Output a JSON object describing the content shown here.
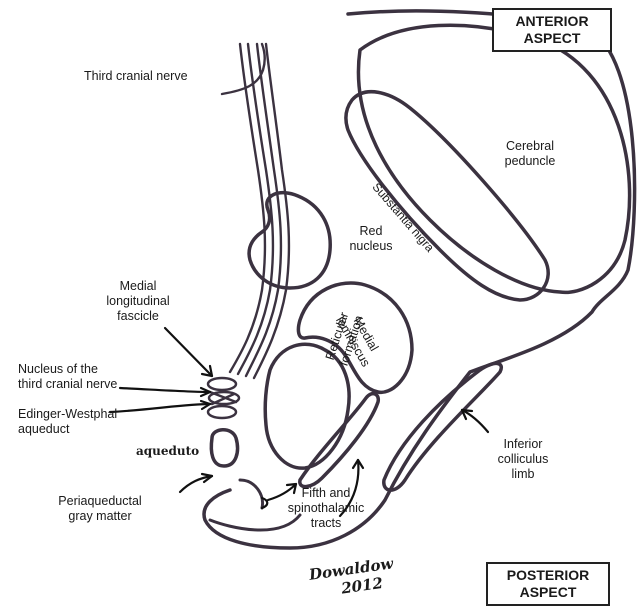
{
  "aspects": {
    "anterior": [
      "ANTERIOR",
      "ASPECT"
    ],
    "posterior": [
      "POSTERIOR",
      "ASPECT"
    ]
  },
  "labels": {
    "third_cranial_nerve": "Third cranial nerve",
    "cerebral_peduncle": [
      "Cerebral",
      "peduncle"
    ],
    "substantia_nigra": "Substantia nigra",
    "red_nucleus": [
      "Red",
      "nucleus"
    ],
    "medial_longitudinal_fascicle": [
      "Medial",
      "longitudinal",
      "fascicle"
    ],
    "medial_lemniscus": [
      "Medial",
      "lemniscus"
    ],
    "nucleus_third_nerve": [
      "Nucleus of the",
      "third cranial nerve"
    ],
    "edinger_westphal": [
      "Edinger-Westphal",
      "aqueduct"
    ],
    "aqueduto": "aqueduto",
    "reticular_formation": [
      "Reticular",
      "formation"
    ],
    "inferior_colliculus_limb": [
      "Inferior",
      "colliculus",
      "limb"
    ],
    "periaqueductal": [
      "Periaqueductal",
      "gray matter"
    ],
    "fifth_spinothalamic": [
      "Fifth and",
      "spinothalamic",
      "tracts"
    ]
  },
  "signature": [
    "Dowaldow",
    "2012"
  ]
}
